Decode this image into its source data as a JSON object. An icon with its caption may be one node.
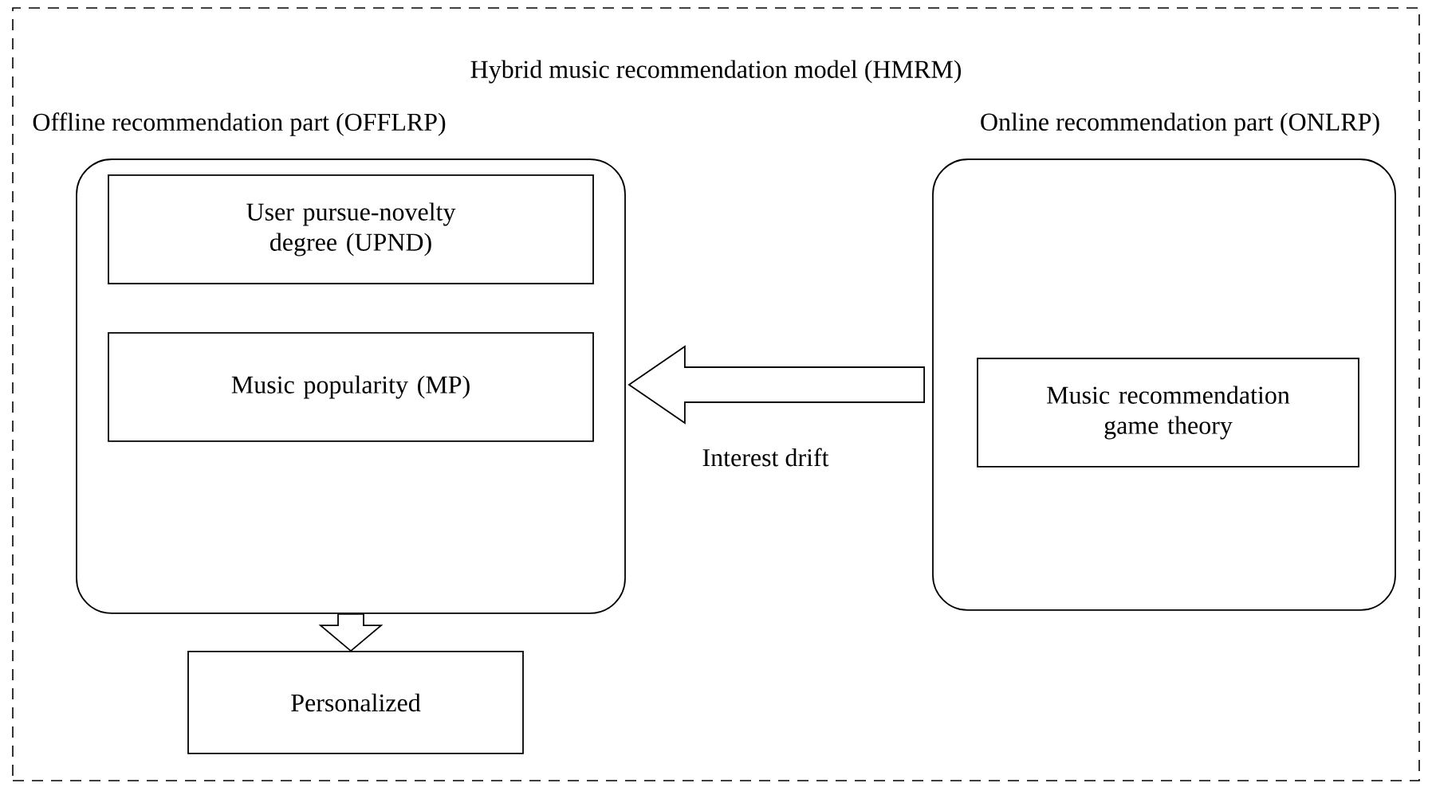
{
  "diagram": {
    "nodes": [
      {
        "text": [
          "Hybrid music recommendation model (HMRM)"
        ]
      },
      {
        "text": [
          "Offline recommendation part (OFFLRP)"
        ],
        "in": 0
      },
      {
        "text": [
          "User pursue-novelty degree (UPND)"
        ],
        "in": 1
      },
      {
        "text": [
          "Music popularity (MP)"
        ],
        "in": 1
      },
      {
        "text": [
          "Online recommendation part (ONLRP)"
        ],
        "in": 0
      },
      {
        "text": [
          "Music recommendation game theory"
        ],
        "in": 4
      },
      {
        "text": [
          "Personalized"
        ],
        "in": 0
      }
    ],
    "edges": [
      {
        "from": 4,
        "to": 1,
        "arrow": "to",
        "label": "Interest drift"
      },
      {
        "from": 1,
        "to": 6,
        "arrow": "to"
      }
    ]
  }
}
